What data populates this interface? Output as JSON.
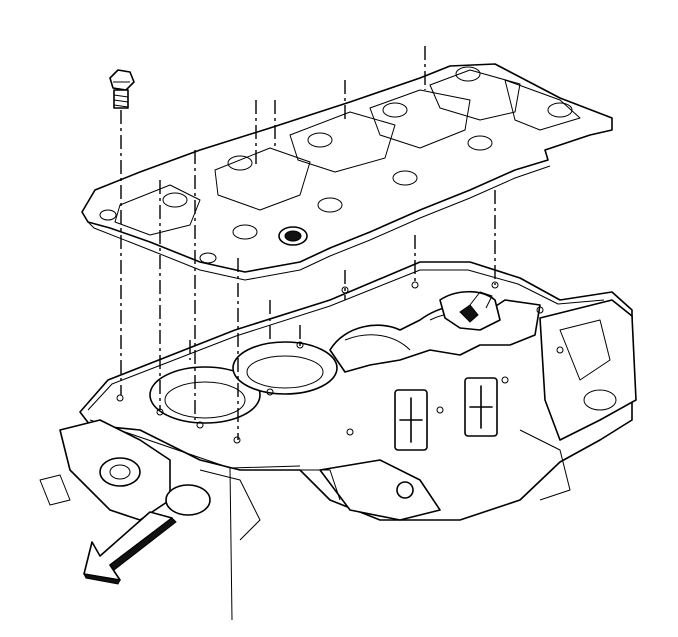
{
  "figure": {
    "parts": [
      "bolt",
      "gasket-plate",
      "engine-block"
    ],
    "icons": [
      "direction-arrow-icon"
    ],
    "colors": {
      "line": "#000000",
      "background": "#ffffff"
    }
  }
}
